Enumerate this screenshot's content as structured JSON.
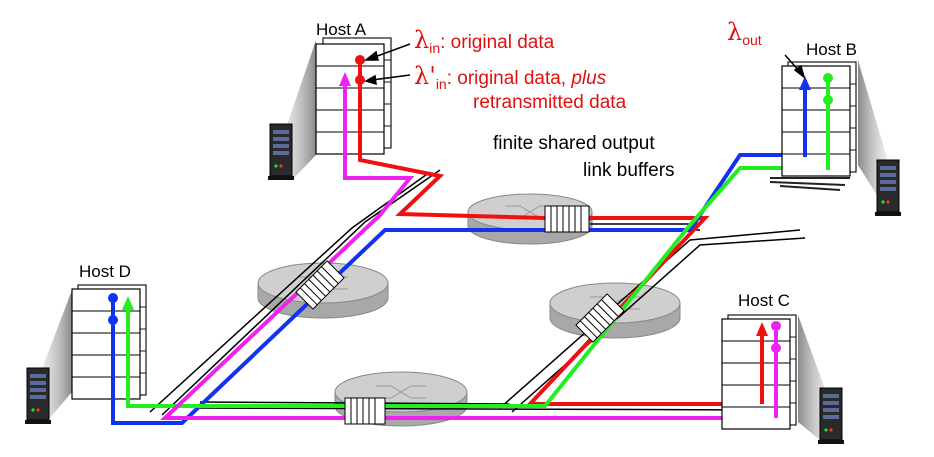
{
  "hosts": {
    "a": "Host A",
    "b": "Host B",
    "c": "Host C",
    "d": "Host D"
  },
  "annotations": {
    "lambda_symbol": "λ",
    "lambda_prime_symbol": "λ'",
    "sub_in": "in",
    "sub_out": "out",
    "lambda_in_text": ": original data",
    "lambda_prime_in_text_1": ": original data, ",
    "lambda_prime_in_text_plus": "plus",
    "lambda_prime_in_text_2": "retransmitted data",
    "buffers_line1": "finite shared output",
    "buffers_line2": "link buffers"
  },
  "colors": {
    "red_flow": "#ee1111",
    "blue_flow": "#1133ee",
    "green_flow": "#22ee22",
    "magenta_flow": "#ee22ee",
    "label_red": "#e01010",
    "router_gray": "#c0c0c0"
  },
  "icons": [
    "server-icon",
    "host-stack-icon",
    "router-icon",
    "buffer-icon"
  ]
}
